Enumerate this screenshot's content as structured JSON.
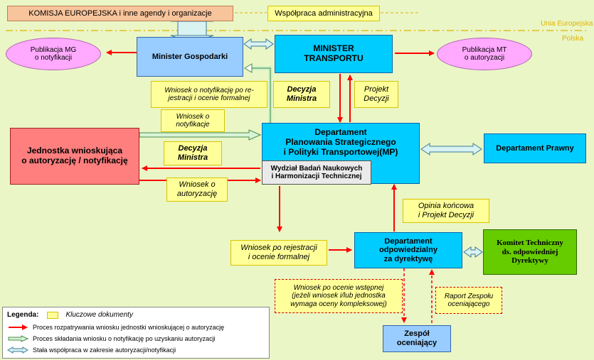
{
  "top": {
    "komisja": "KOMISJA EUROPEJSKA i inne agendy i organizacje",
    "wspolpraca": "Współpraca administracyjna",
    "unia": "Unia Europejska",
    "polska": "Polska"
  },
  "nodes": {
    "pub_mg": "Publikacja MG\no notyfikacji",
    "minister_g": "Minister Gospodarki",
    "minister_t": "MINISTER\nTRANSPORTU",
    "pub_mt": "Publikacja MT\no autoryzacji",
    "jednostka": "Jednostka wnioskująca\no autoryzację / notyfikację",
    "dept_plan": "Departament\nPlanowania Strategicznego\ni Polityki Transportowej(MP)",
    "wydzial": "Wydział Badań Naukowych\ni Harmonizacji Technicznej",
    "dept_prawny": "Departament Prawny",
    "dept_odp": "Departament\nodpowiedzialny\nza dyrektywę",
    "komitet": "Komitet Techniczny\nds. odpowiedniej\nDyrektywy",
    "zespol": "Zespół\noceniający"
  },
  "documents": {
    "d1": "Wniosek o notyfikację po re-\njestracji i ocenie formalnej",
    "d2": "Decyzja\nMinistra",
    "d3": "Projekt\nDecyzji",
    "d4": "Wniosek o\nnotyfikacje",
    "d5": "Decyzja\nMinistra",
    "d6": "Wniosek o\nautoryzację",
    "d7": "Opinia końcowa\ni Projekt Decyzji",
    "d8": "Wniosek po rejestracji\ni ocenie formalnej",
    "d9": "Wniosek po ocenie wstępnej\n(jeżeli wniosek i/lub jednostka\nwymaga oceny kompleksowej)",
    "d10": "Raport Zespołu\noceniającego"
  },
  "legend": {
    "title": "Legenda",
    "key_docs": "Kluczowe dokumenty",
    "red": "Proces rozpatrywania wniosku jednostki wnioskującej o autoryzację",
    "green": "Proces składania wniosku o notyfikację po uzyskaniu autoryzacji",
    "blue": "Stała współpraca w zakresie autoryzacji/notyfikacji"
  },
  "colors": {
    "background": "#eaf6c6",
    "cyan": "#00ccff",
    "light_blue": "#99ccff",
    "pink": "#ff7f7f",
    "green": "#66cc00",
    "document": "#ffff99",
    "ellipse": "#ffaaff",
    "red_arrow": "#ff0000",
    "boundary": "#e0b400"
  }
}
